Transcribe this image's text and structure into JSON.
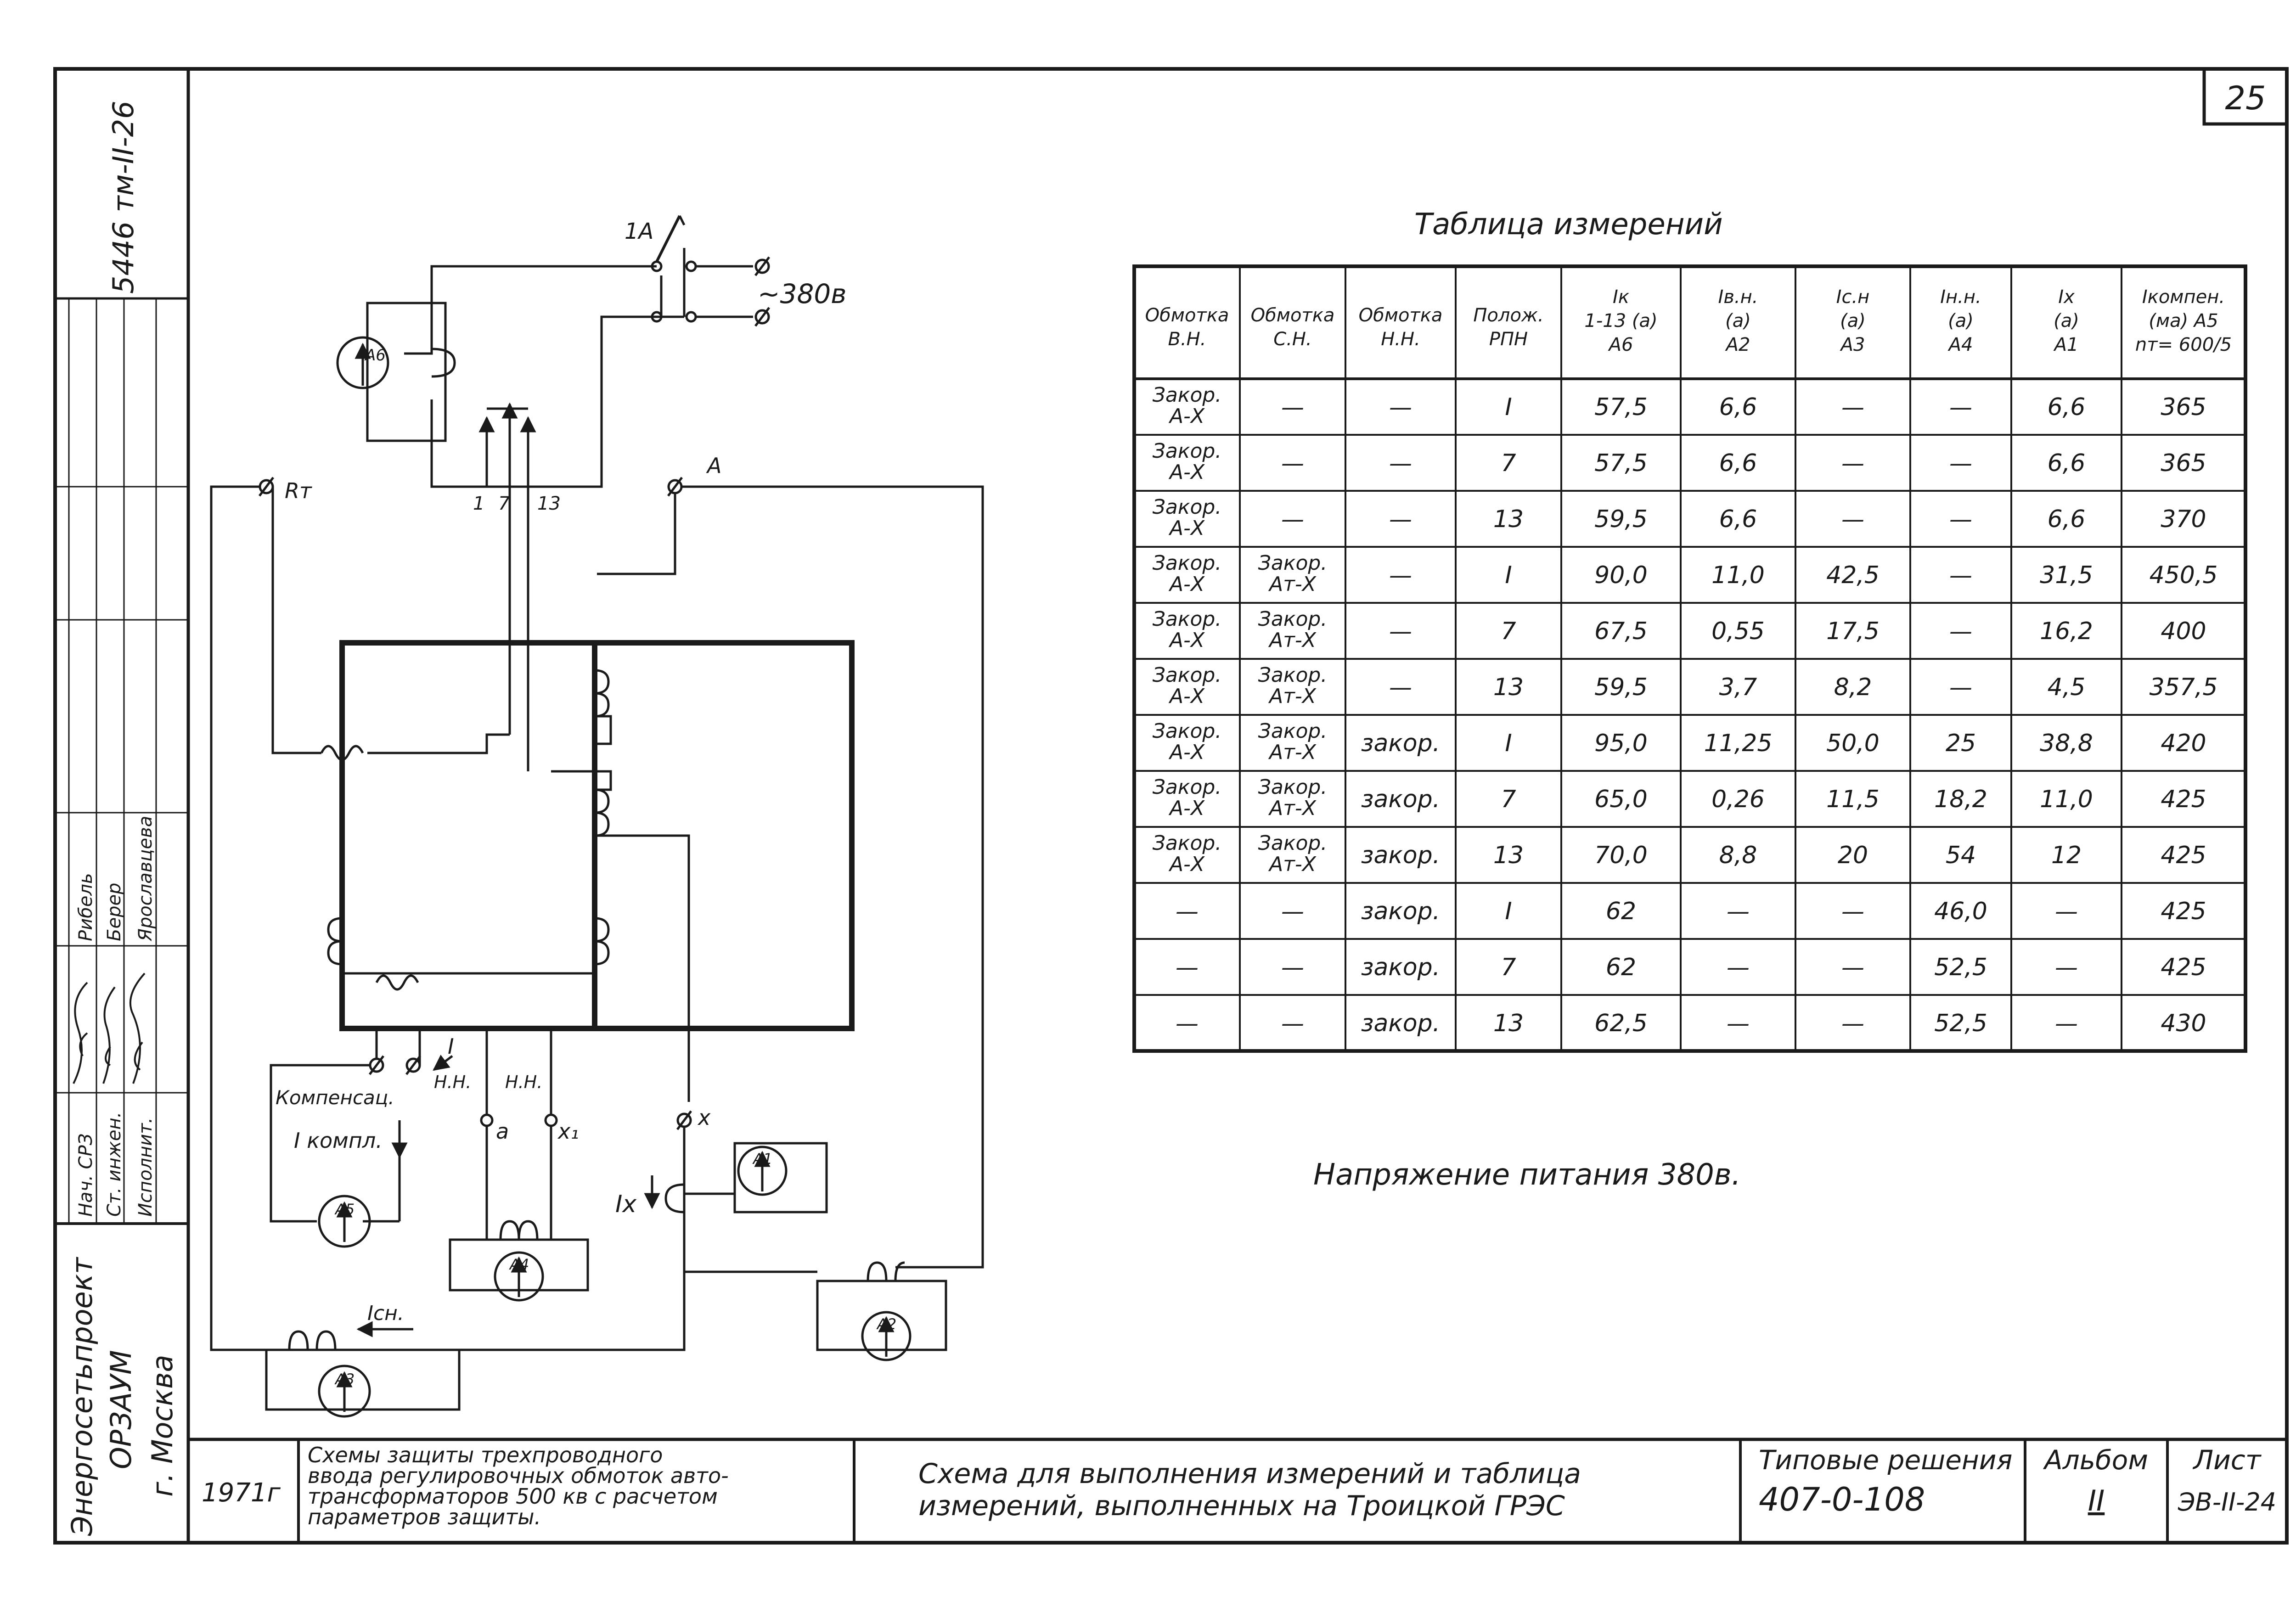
{
  "sheet": {
    "page_number": "25",
    "side_stamp": {
      "code": "5446 тм-II-26",
      "roles": [
        "Нач. СРЗ",
        "Ст. инжен.",
        "Исполнит."
      ],
      "names": [
        "Рибель",
        "Берер",
        "Ярославцева"
      ],
      "org_line1": "Энергосетьпроект",
      "org_line2": "ОРЗАУМ",
      "org_line3": "г. Москва"
    },
    "title_block": {
      "year": "1971г",
      "subject_lines": [
        "Схемы защиты трехпроводного",
        "ввода регулировочных обмоток авто-",
        "трансформаторов 500 кв с расчетом",
        "параметров защиты."
      ],
      "drawing_title_lines": [
        "Схема для выполнения измерений и таблица",
        "измерений, выполненных на Троицкой ГРЭС"
      ],
      "series_label": "Типовые решения",
      "series_number": "407-0-108",
      "album_label": "Альбом",
      "album_number": "II",
      "sheet_label": "Лист",
      "sheet_number": "ЭВ-II-24"
    }
  },
  "schematic": {
    "switch_label": "1А",
    "supply_label": "~380в",
    "terminal_rm": "Rт",
    "terminal_a": "А",
    "tap_labels": [
      "1",
      "7",
      "13"
    ],
    "compensation_label": "Компенсац.",
    "compensation_current": "I компл.",
    "lv_current_label": "I",
    "lv_winding_label1": "Н.Н.",
    "lv_winding_label2": "Н.Н.",
    "terminal_a_small": "а",
    "terminal_x1": "х₁",
    "terminal_x": "х",
    "ix_label": "Iх",
    "isn_label": "Iсн.",
    "ammeters": [
      "А6",
      "А5",
      "А4",
      "А1",
      "А2",
      "А3"
    ]
  },
  "table": {
    "title": "Таблица измерений",
    "columns": [
      {
        "h1": "Обмотка",
        "h2": "В.Н.",
        "h3": ""
      },
      {
        "h1": "Обмотка",
        "h2": "С.Н.",
        "h3": ""
      },
      {
        "h1": "Обмотка",
        "h2": "Н.Н.",
        "h3": ""
      },
      {
        "h1": "Полож.",
        "h2": "РПН",
        "h3": ""
      },
      {
        "h1": "Iк",
        "h2": "1-13 (а)",
        "h3": "А6"
      },
      {
        "h1": "Iв.н.",
        "h2": "(а)",
        "h3": "А2"
      },
      {
        "h1": "Iс.н",
        "h2": "(а)",
        "h3": "А3"
      },
      {
        "h1": "Iн.н.",
        "h2": "(а)",
        "h3": "А4"
      },
      {
        "h1": "Iх",
        "h2": "(а)",
        "h3": "А1"
      },
      {
        "h1": "Iкомпен.",
        "h2": "(ма) А5",
        "h3": "nт= 600/5"
      }
    ],
    "rows": [
      [
        [
          "Закор.",
          "А-Х"
        ],
        [
          "—"
        ],
        [
          "—"
        ],
        [
          "I"
        ],
        [
          "57,5"
        ],
        [
          "6,6"
        ],
        [
          "—"
        ],
        [
          "—"
        ],
        [
          "6,6"
        ],
        [
          "365"
        ]
      ],
      [
        [
          "Закор.",
          "А-Х"
        ],
        [
          "—"
        ],
        [
          "—"
        ],
        [
          "7"
        ],
        [
          "57,5"
        ],
        [
          "6,6"
        ],
        [
          "—"
        ],
        [
          "—"
        ],
        [
          "6,6"
        ],
        [
          "365"
        ]
      ],
      [
        [
          "Закор.",
          "А-Х"
        ],
        [
          "—"
        ],
        [
          "—"
        ],
        [
          "13"
        ],
        [
          "59,5"
        ],
        [
          "6,6"
        ],
        [
          "—"
        ],
        [
          "—"
        ],
        [
          "6,6"
        ],
        [
          "370"
        ]
      ],
      [
        [
          "Закор.",
          "А-Х"
        ],
        [
          "Закор.",
          "Ат-Х"
        ],
        [
          "—"
        ],
        [
          "I"
        ],
        [
          "90,0"
        ],
        [
          "11,0"
        ],
        [
          "42,5"
        ],
        [
          "—"
        ],
        [
          "31,5"
        ],
        [
          "450,5"
        ]
      ],
      [
        [
          "Закор.",
          "А-Х"
        ],
        [
          "Закор.",
          "Ат-Х"
        ],
        [
          "—"
        ],
        [
          "7"
        ],
        [
          "67,5"
        ],
        [
          "0,55"
        ],
        [
          "17,5"
        ],
        [
          "—"
        ],
        [
          "16,2"
        ],
        [
          "400"
        ]
      ],
      [
        [
          "Закор.",
          "А-Х"
        ],
        [
          "Закор.",
          "Ат-Х"
        ],
        [
          "—"
        ],
        [
          "13"
        ],
        [
          "59,5"
        ],
        [
          "3,7"
        ],
        [
          "8,2"
        ],
        [
          "—"
        ],
        [
          "4,5"
        ],
        [
          "357,5"
        ]
      ],
      [
        [
          "Закор.",
          "А-Х"
        ],
        [
          "Закор.",
          "Ат-Х"
        ],
        [
          "закор."
        ],
        [
          "I"
        ],
        [
          "95,0"
        ],
        [
          "11,25"
        ],
        [
          "50,0"
        ],
        [
          "25"
        ],
        [
          "38,8"
        ],
        [
          "420"
        ]
      ],
      [
        [
          "Закор.",
          "А-Х"
        ],
        [
          "Закор.",
          "Ат-Х"
        ],
        [
          "закор."
        ],
        [
          "7"
        ],
        [
          "65,0"
        ],
        [
          "0,26"
        ],
        [
          "11,5"
        ],
        [
          "18,2"
        ],
        [
          "11,0"
        ],
        [
          "425"
        ]
      ],
      [
        [
          "Закор.",
          "А-Х"
        ],
        [
          "Закор.",
          "Ат-Х"
        ],
        [
          "закор."
        ],
        [
          "13"
        ],
        [
          "70,0"
        ],
        [
          "8,8"
        ],
        [
          "20"
        ],
        [
          "54"
        ],
        [
          "12"
        ],
        [
          "425"
        ]
      ],
      [
        [
          "—"
        ],
        [
          "—"
        ],
        [
          "закор."
        ],
        [
          "I"
        ],
        [
          "62"
        ],
        [
          "—"
        ],
        [
          "—"
        ],
        [
          "46,0"
        ],
        [
          "—"
        ],
        [
          "425"
        ]
      ],
      [
        [
          "—"
        ],
        [
          "—"
        ],
        [
          "закор."
        ],
        [
          "7"
        ],
        [
          "62"
        ],
        [
          "—"
        ],
        [
          "—"
        ],
        [
          "52,5"
        ],
        [
          "—"
        ],
        [
          "425"
        ]
      ],
      [
        [
          "—"
        ],
        [
          "—"
        ],
        [
          "закор."
        ],
        [
          "13"
        ],
        [
          "62,5"
        ],
        [
          "—"
        ],
        [
          "—"
        ],
        [
          "52,5"
        ],
        [
          "—"
        ],
        [
          "430"
        ]
      ]
    ],
    "footer_note": "Напряжение питания 380в."
  }
}
